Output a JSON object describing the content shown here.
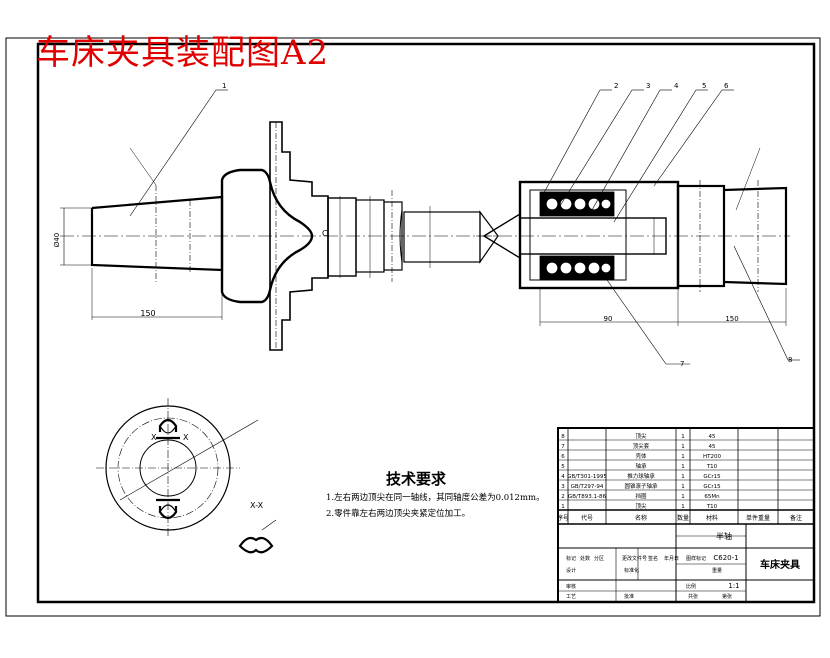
{
  "drawing": {
    "title": "车床夹具装配图A2",
    "tech_requirements": {
      "heading": "技术要求",
      "notes": [
        "1.左右两边顶尖在同一轴线，其同轴度公差为0.012mm。",
        "2.零件靠左右两边顶尖夹紧定位加工。"
      ]
    },
    "dimensions": {
      "left_length": "150",
      "right_length_1": "90",
      "right_length_2": "150",
      "left_diameter": "Ø40",
      "chamfer": "C"
    },
    "part_balloons": [
      "1",
      "2",
      "3",
      "4",
      "5",
      "6",
      "7",
      "8"
    ],
    "section_label": "X-X",
    "view_label": "X",
    "bom_rows": [
      {
        "no": "8",
        "code": "",
        "name": "顶尖",
        "qty": "1",
        "material": "45",
        "note": ""
      },
      {
        "no": "7",
        "code": "",
        "name": "顶尖套",
        "qty": "1",
        "material": "45",
        "note": ""
      },
      {
        "no": "6",
        "code": "",
        "name": "壳体",
        "qty": "1",
        "material": "HT200",
        "note": ""
      },
      {
        "no": "5",
        "code": "",
        "name": "轴承",
        "qty": "1",
        "material": "T10",
        "note": ""
      },
      {
        "no": "4",
        "code": "GB/T301-1995",
        "name": "推力球轴承",
        "qty": "1",
        "material": "GCr15",
        "note": ""
      },
      {
        "no": "3",
        "code": "GB/T297-94",
        "name": "圆锥滚子轴承",
        "qty": "1",
        "material": "GCr15",
        "note": ""
      },
      {
        "no": "2",
        "code": "GB/T893.1-86",
        "name": "挡圈",
        "qty": "1",
        "material": "65Mn",
        "note": ""
      },
      {
        "no": "1",
        "code": "",
        "name": "顶尖",
        "qty": "1",
        "material": "T10",
        "note": ""
      }
    ],
    "bom_header": [
      "序号",
      "代号",
      "名称",
      "数量",
      "材料",
      "单件重量",
      "备注"
    ],
    "title_block": {
      "part_name": "车床夹具",
      "drawing_no": "C620-1",
      "scale": "1:1",
      "material_label": "半轴",
      "labels": [
        "标记",
        "处数",
        "分区",
        "更改文件号",
        "签名",
        "年月日",
        "设计",
        "标准化",
        "审核",
        "工艺",
        "批准",
        "图样标记",
        "重量",
        "比例",
        "共张",
        "第张"
      ]
    }
  }
}
